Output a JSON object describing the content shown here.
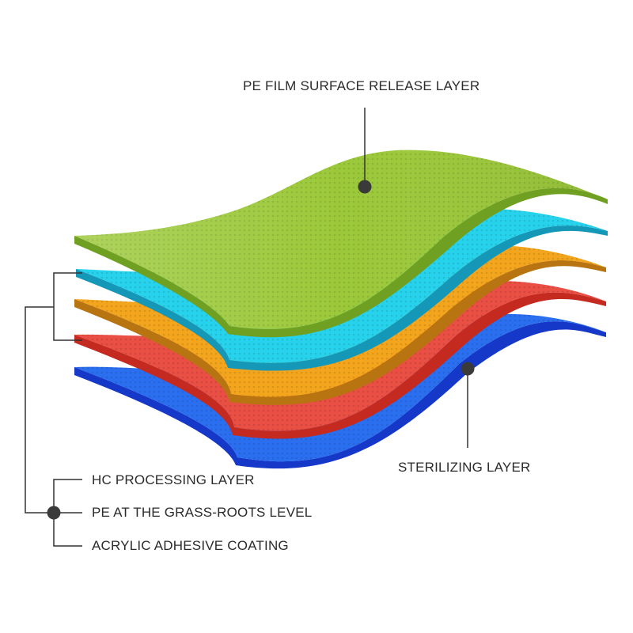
{
  "labels": {
    "top": "PE FILM SURFACE RELEASE LAYER",
    "sterilizing": "STERILIZING LAYER",
    "hc": "HC PROCESSING LAYER",
    "pe_base": "PE AT THE GRASS-ROOTS LEVEL",
    "acrylic": "ACRYLIC ADHESIVE COATING"
  },
  "layers": [
    {
      "name": "pe-film-surface-release-layer",
      "color": "#9cc93a",
      "edge": "#6fa021"
    },
    {
      "name": "cyan-layer",
      "color": "#27d2ec",
      "edge": "#1597b8"
    },
    {
      "name": "orange-layer",
      "color": "#f3a51d",
      "edge": "#b87410"
    },
    {
      "name": "red-layer",
      "color": "#ea4f44",
      "edge": "#c42a1f"
    },
    {
      "name": "blue-layer",
      "color": "#2a6ff0",
      "edge": "#1538c8"
    }
  ],
  "colors": {
    "line": "#333333",
    "dot": "#3a3a3a"
  }
}
